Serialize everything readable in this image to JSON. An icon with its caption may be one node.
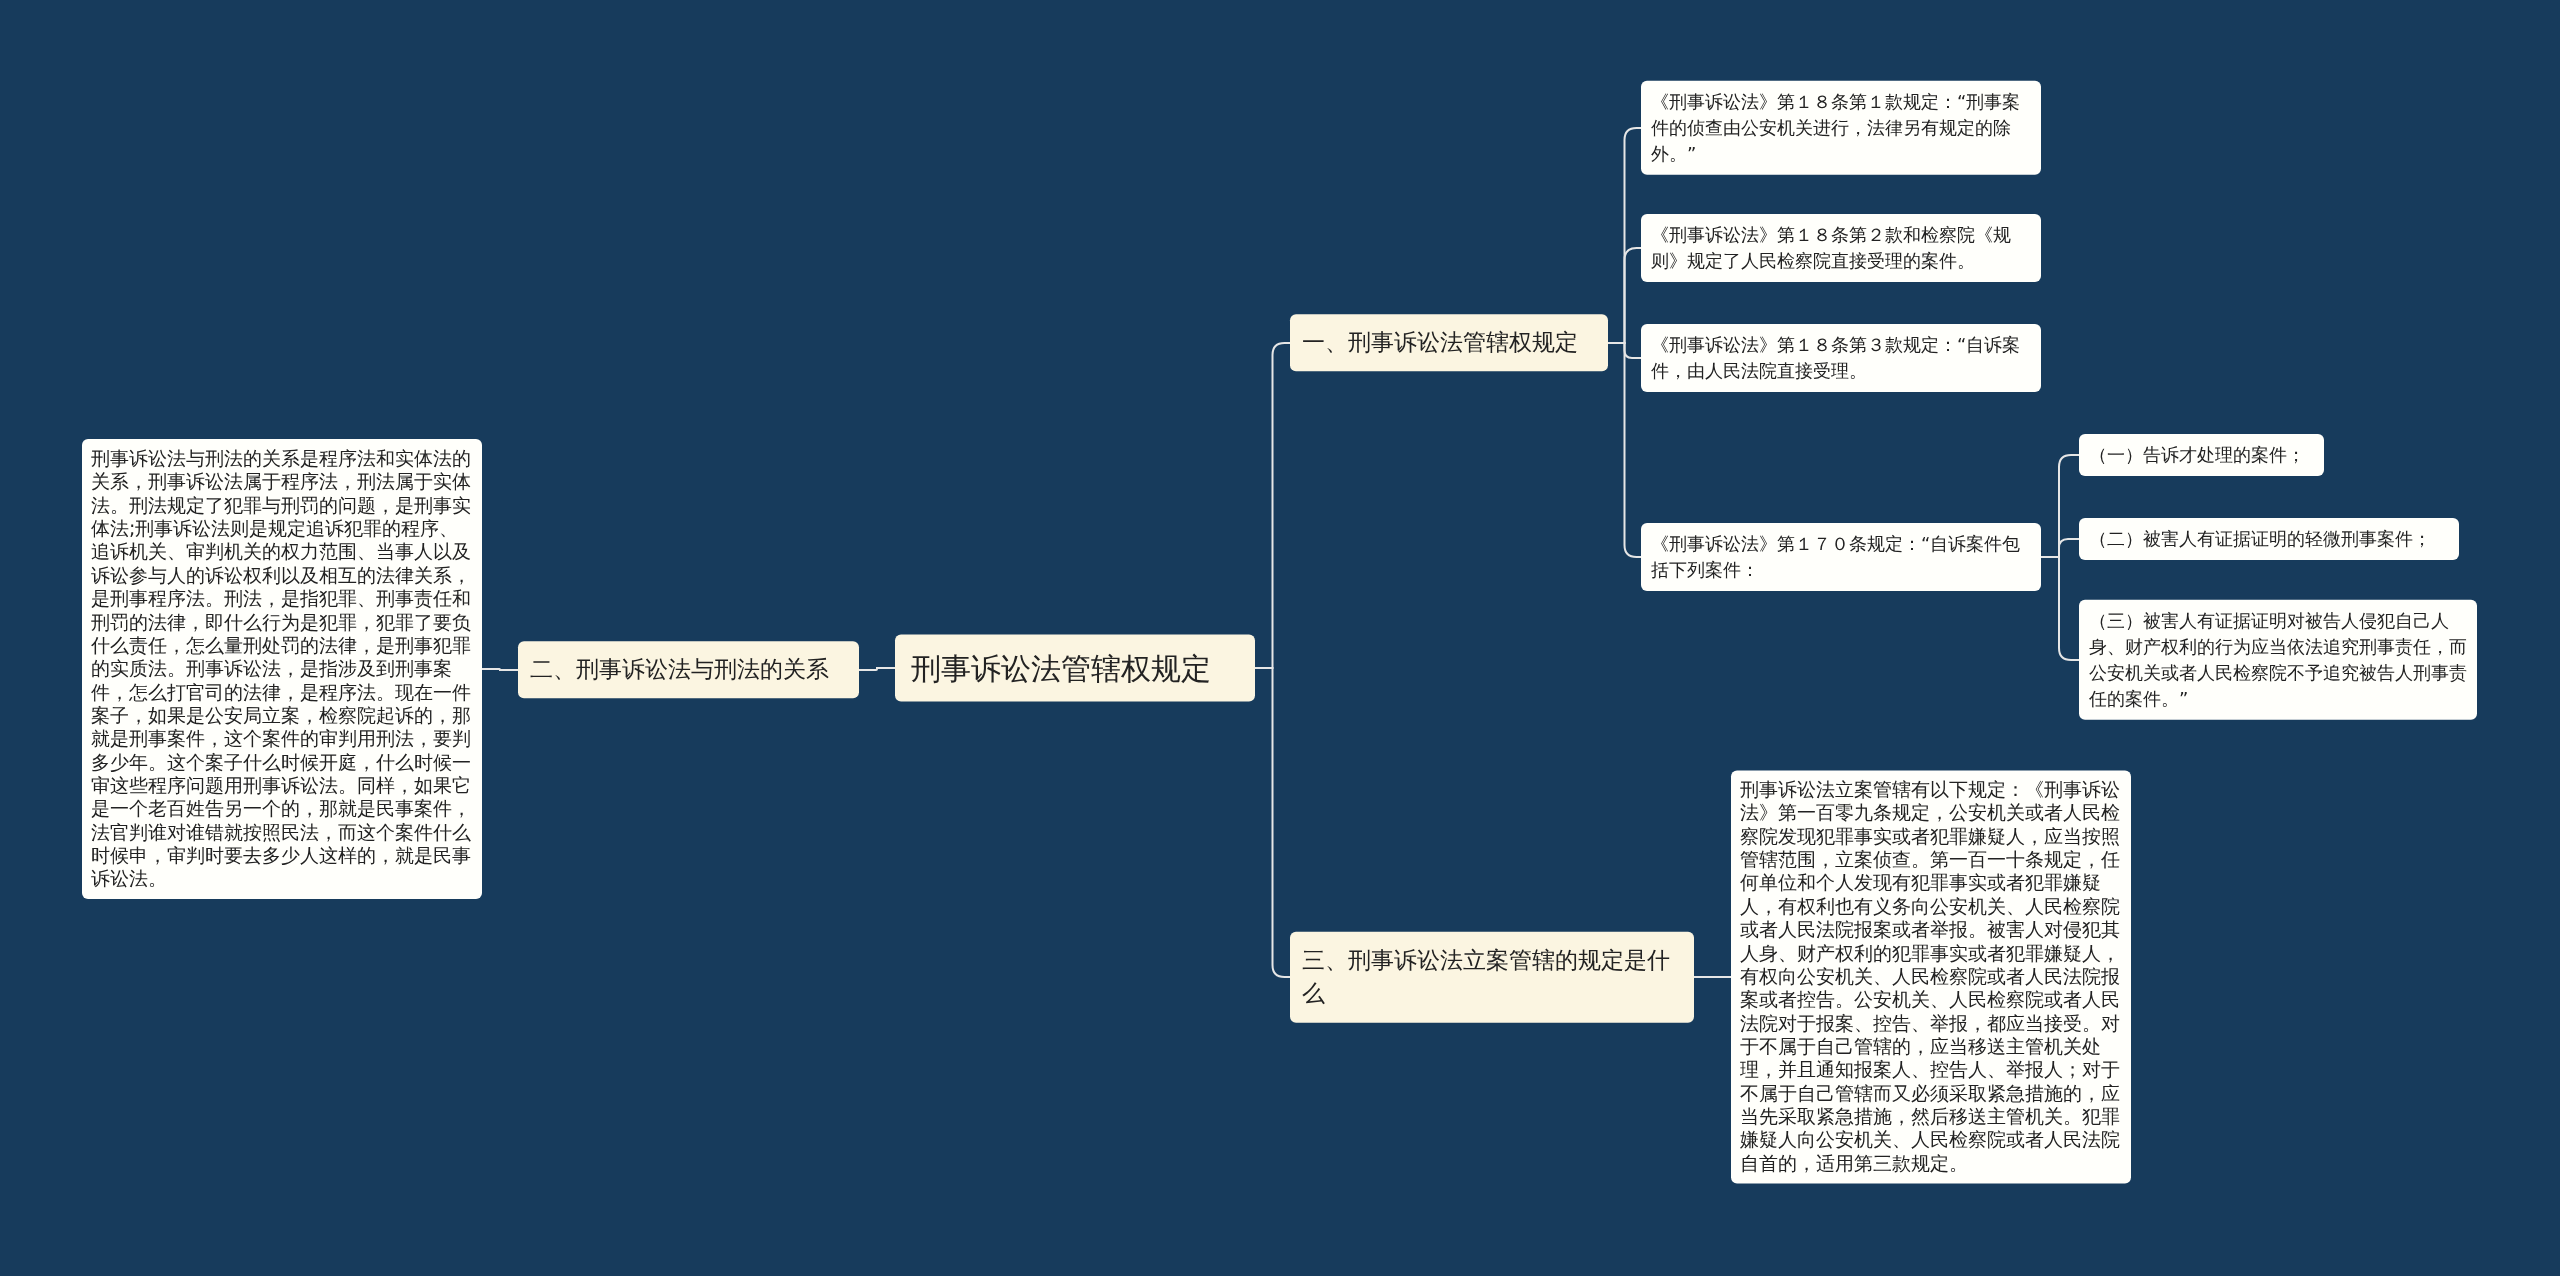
{
  "diagram": {
    "nodes": [
      {
        "text": [
          "刑事诉讼法管辖权规定"
        ]
      },
      {
        "text": [
          "一、刑事诉讼法管辖权规定"
        ]
      },
      {
        "text": [
          "《刑事诉讼法》第１８条第１款规定：“刑事案件的侦查由公安机关进行，法律另有规定的除外。”"
        ]
      },
      {
        "text": [
          "《刑事诉讼法》第１８条第２款和检察院《规则》规定了人民检察院直接受理的案件。"
        ]
      },
      {
        "text": [
          "《刑事诉讼法》第１８条第３款规定：“自诉案件，由人民法院直接受理。"
        ]
      },
      {
        "text": [
          "《刑事诉讼法》第１７０条规定：“自诉案件包括下列案件："
        ]
      },
      {
        "text": [
          "（一）告诉才处理的案件；"
        ]
      },
      {
        "text": [
          "（二）被害人有证据证明的轻微刑事案件；"
        ]
      },
      {
        "text": [
          "（三）被害人有证据证明对被告人侵犯自己人身、财产权利的行为应当依法追究刑事责任，而公安机关或者人民检察院不予追究被告人刑事责任的案件。”"
        ]
      },
      {
        "text": [
          "二、刑事诉讼法与刑法的关系"
        ]
      },
      {
        "text": [
          "刑事诉讼法与刑法的关系是程序法和实体法的关系，刑事诉讼法属于程序法，刑法属于实体法。刑法规定了犯罪与刑罚的问题，是刑事实体法;刑事诉讼法则是规定追诉犯罪的程序、追诉机关、审判机关的权力范围、当事人以及诉讼参与人的诉讼权利以及相互的法律关系，是刑事程序法。刑法，是指犯罪、刑事责任和刑罚的法律，即什么行为是犯罪，犯罪了要负什么责任，怎么量刑处罚的法律，是刑事犯罪的实质法。刑事诉讼法，是指涉及到刑事案件，怎么打官司的法律，是程序法。现在一件案子，如果是公安局立案，检察院起诉的，那就是刑事案件，这个案件的审判用刑法，要判多少年。这个案子什么时候开庭，什么时候一审这些程序问题用刑事诉讼法。同样，如果它是一个老百姓告另一个的，那就是民事案件，法官判谁对谁错就按照民法，而这个案件什么时候申，审判时要去多少人这样的，就是民事诉讼法。"
        ]
      },
      {
        "text": [
          "三、刑事诉讼法立案管辖的规定是什么"
        ]
      },
      {
        "text": [
          "刑事诉讼法立案管辖有以下规定：《刑事诉讼法》第一百零九条规定，公安机关或者人民检察院发现犯罪事实或者犯罪嫌疑人，应当按照管辖范围，立案侦查。第一百一十条规定，任何单位和个人发现有犯罪事实或者犯罪嫌疑人，有权利也有义务向公安机关、人民检察院或者人民法院报案或者举报。被害人对侵犯其人身、财产权利的犯罪事实或者犯罪嫌疑人，有权向公安机关、人民检察院或者人民法院报案或者控告。公安机关、人民检察院或者人民法院对于报案、控告、举报，都应当接受。对于不属于自己管辖的，应当移送主管机关处理，并且通知报案人、控告人、举报人；对于不属于自己管辖而又必须采取紧急措施的，应当先采取紧急措施，然后移送主管机关。犯罪嫌疑人向公安机关、人民检察院或者人民法院自首的，适用第三款规定。"
        ]
      }
    ],
    "edges": [
      {
        "from": 0,
        "to": 1,
        "arrow": "none"
      },
      {
        "from": 1,
        "to": 2,
        "arrow": "none"
      },
      {
        "from": 1,
        "to": 3,
        "arrow": "none"
      },
      {
        "from": 1,
        "to": 4,
        "arrow": "none"
      },
      {
        "from": 1,
        "to": 5,
        "arrow": "none"
      },
      {
        "from": 5,
        "to": 6,
        "arrow": "none"
      },
      {
        "from": 5,
        "to": 7,
        "arrow": "none"
      },
      {
        "from": 5,
        "to": 8,
        "arrow": "none"
      },
      {
        "from": 0,
        "to": 9,
        "arrow": "none"
      },
      {
        "from": 9,
        "to": 10,
        "arrow": "none"
      },
      {
        "from": 0,
        "to": 11,
        "arrow": "none"
      },
      {
        "from": 11,
        "to": 12,
        "arrow": "none"
      }
    ]
  }
}
